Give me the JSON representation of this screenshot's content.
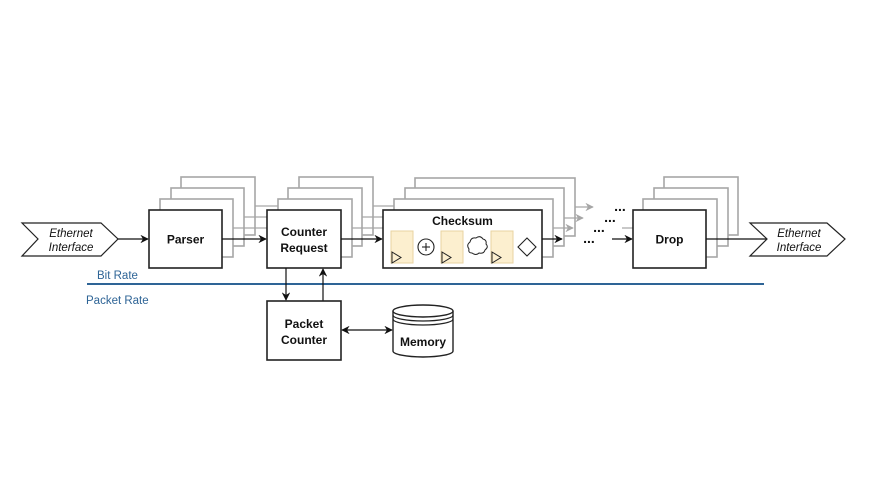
{
  "diagram": {
    "colors": {
      "rate_line": "#2e6496",
      "rate_text": "#2e6496",
      "register_fill": "#fcefcf",
      "stage_border": "#222222",
      "replica_border": "#a6a6a6"
    },
    "input_interface": {
      "line1": "Ethernet",
      "line2": "Interface"
    },
    "output_interface": {
      "line1": "Ethernet",
      "line2": "Interface"
    },
    "stages": {
      "parser": {
        "label": "Parser",
        "replicas": 4
      },
      "counter_request": {
        "line1": "Counter",
        "line2": "Request",
        "replicas": 4
      },
      "checksum": {
        "label": "Checksum",
        "replicas": 4,
        "elements": [
          "register",
          "adder-icon",
          "register",
          "cloud-logic-icon",
          "register",
          "decision-diamond-icon"
        ]
      },
      "drop": {
        "label": "Drop",
        "replicas": 4
      }
    },
    "continuation": "...",
    "packet_counter": {
      "line1": "Packet",
      "line2": "Counter"
    },
    "memory": {
      "label": "Memory"
    },
    "rate_divider": {
      "upper_label": "Bit Rate",
      "lower_label": "Packet Rate"
    }
  }
}
